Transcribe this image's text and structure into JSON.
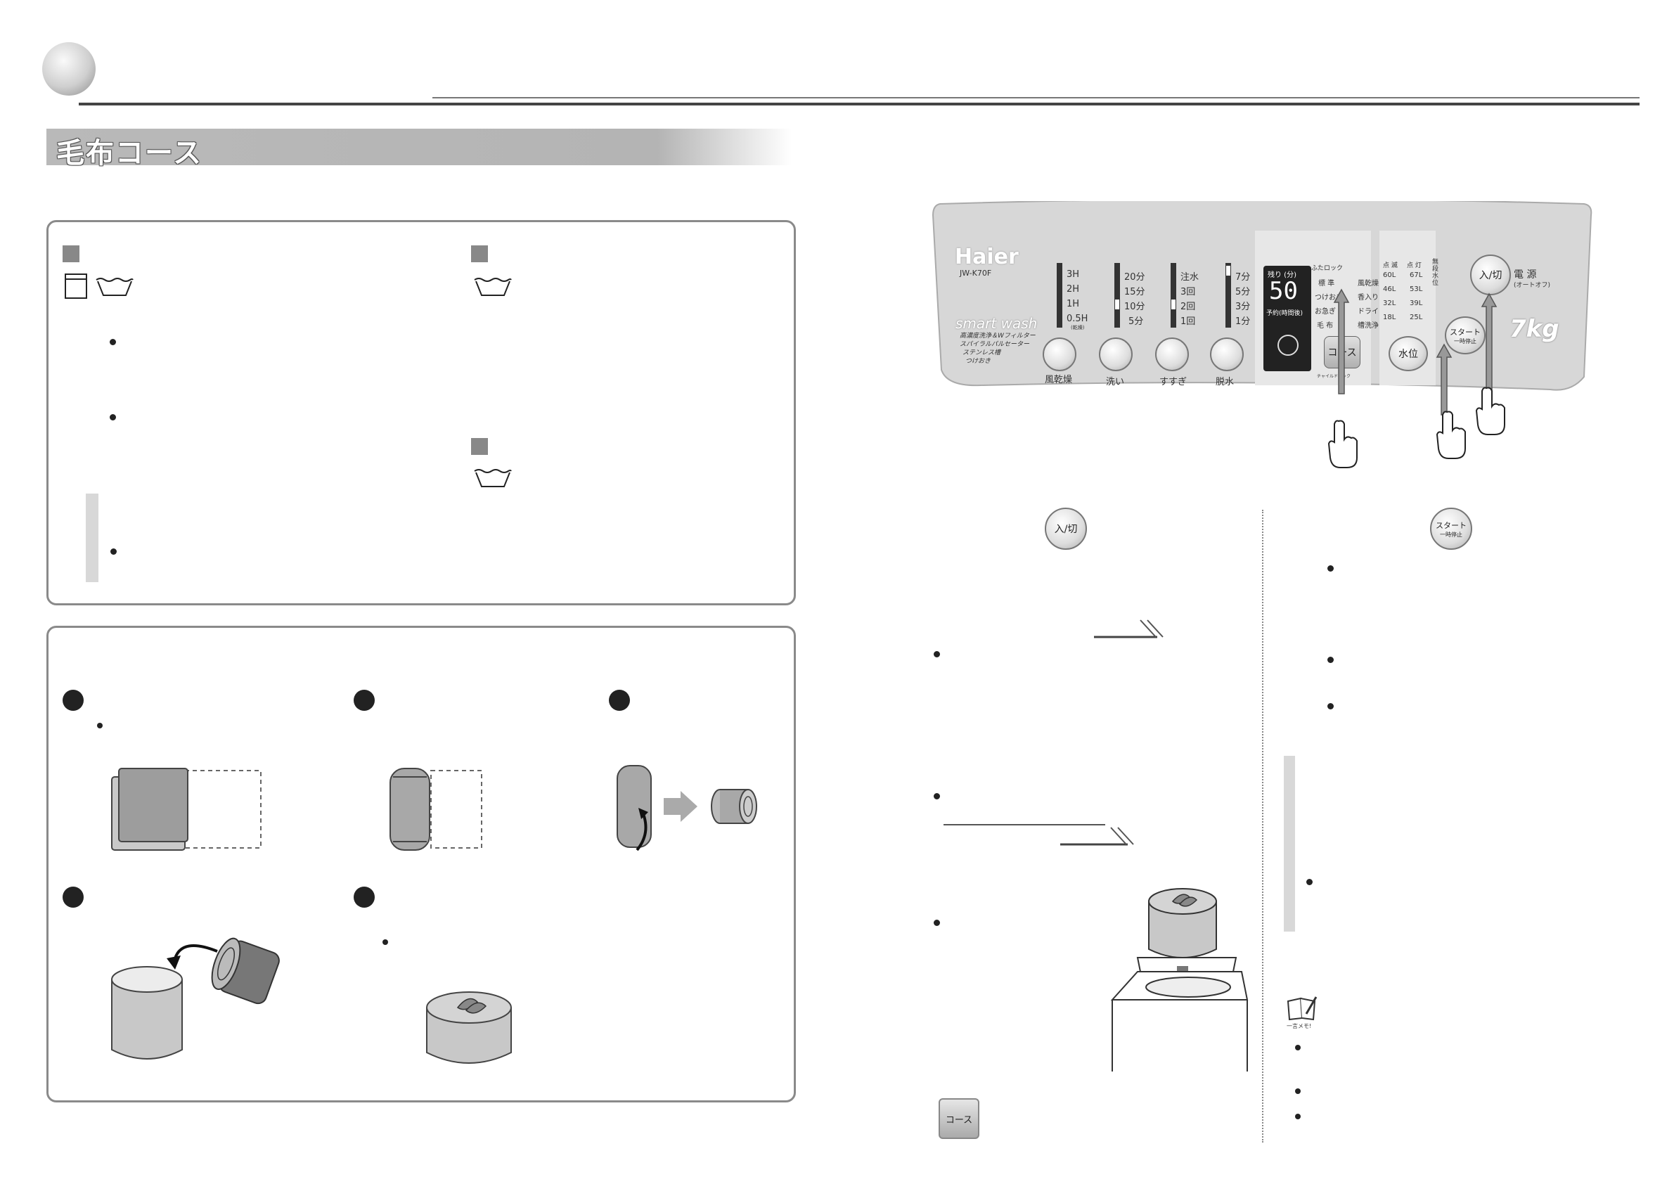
{
  "page": {
    "section_title": "毛布コース"
  },
  "panel": {
    "brand": "Haier",
    "model": "JW-K70F",
    "series": "smart wash",
    "features": [
      "高濃度洗浄＆Wフィルター",
      "スパイラルパルセーター",
      "ステンレス槽",
      "つけおき"
    ],
    "dry_levels": [
      "3H",
      "2H",
      "1H",
      "0.5H"
    ],
    "dry_sub": "(乾燥)",
    "wash_levels": [
      "20分",
      "15分",
      "10分",
      "5分"
    ],
    "rinse_levels": [
      "注水",
      "3回",
      "2回",
      "1回"
    ],
    "spin_levels": [
      "7分",
      "5分",
      "3分",
      "1分"
    ],
    "knob_labels": [
      "風乾燥",
      "洗い",
      "すすぎ",
      "脱水"
    ],
    "display_top": "残り (分)",
    "display_value": "50",
    "display_bottom": "予約(時間後)",
    "lid_lock": "ふたロック",
    "courses_left": [
      "標 準",
      "つけおき",
      "お急ぎ",
      "毛 布"
    ],
    "courses_right": [
      "風乾燥",
      "香入り",
      "ドライ",
      "槽洗浄"
    ],
    "course_button": "コース",
    "child_lock": "チャイルドロック",
    "water_header": [
      "点 滅",
      "点 灯"
    ],
    "water_levels": [
      [
        "60L",
        "67L"
      ],
      [
        "46L",
        "53L"
      ],
      [
        "32L",
        "39L"
      ],
      [
        "18L",
        "25L"
      ]
    ],
    "water_auto": "無段水位",
    "water_button": "水位",
    "start_button": "スタート",
    "start_sub": "一時停止",
    "power_button": "入/切",
    "power_label": "電 源",
    "power_sub": "(オートオフ)",
    "capacity": "7kg"
  },
  "icons": {
    "power_small": "入/切",
    "start_small": "スタート",
    "start_small_sub": "一時停止",
    "course_small": "コース",
    "memo": "一言メモ!"
  }
}
